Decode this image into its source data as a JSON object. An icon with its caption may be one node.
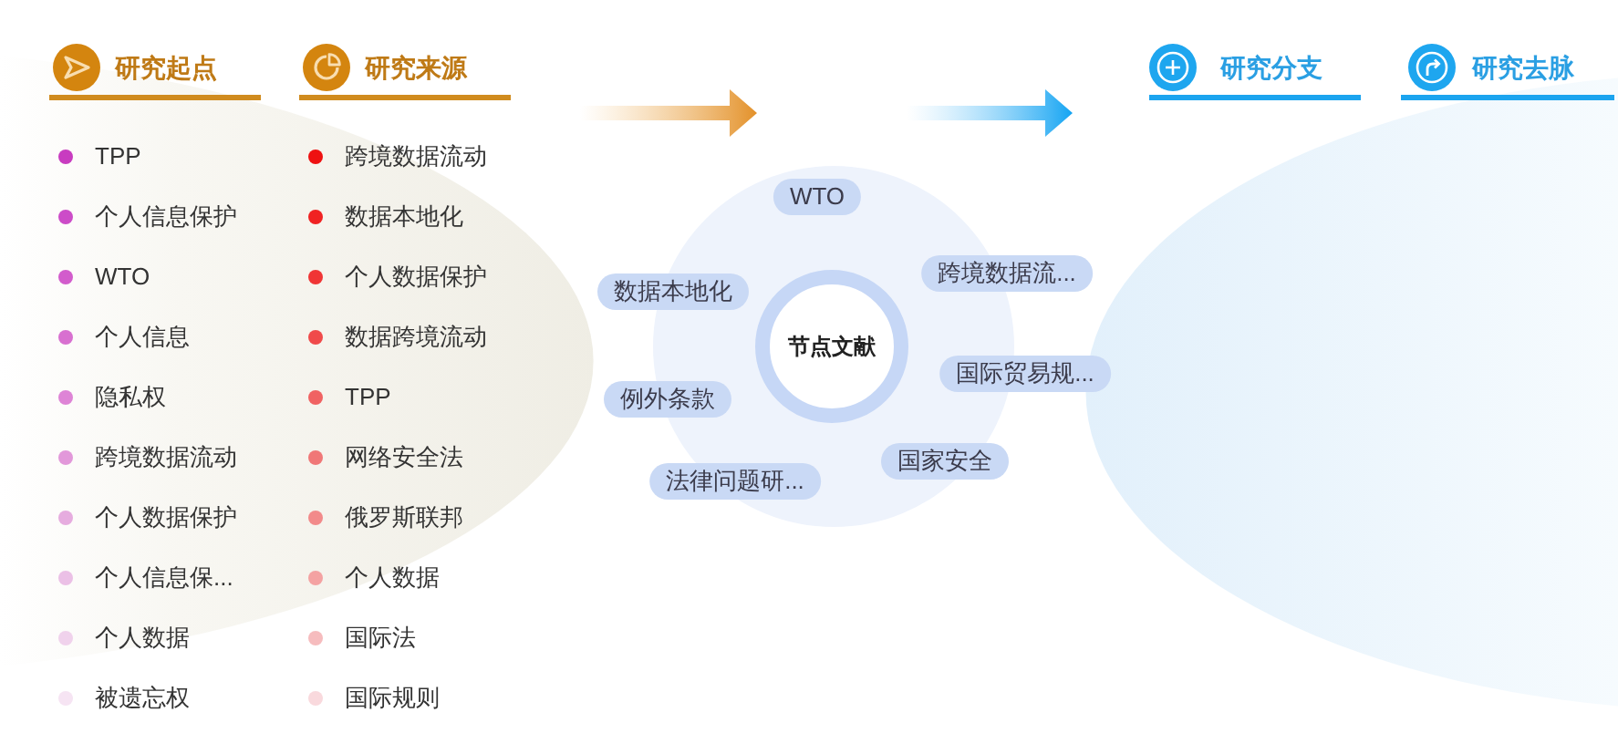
{
  "diagram": {
    "nodes": [
      {
        "text": [
          "WTO"
        ]
      },
      {
        "text": [
          "数据本地化"
        ]
      },
      {
        "text": [
          "跨境数据流..."
        ]
      },
      {
        "text": [
          "节点文献"
        ]
      },
      {
        "text": [
          "例外条款"
        ]
      },
      {
        "text": [
          "国际贸易规..."
        ]
      },
      {
        "text": [
          "国家安全"
        ]
      },
      {
        "text": [
          "法律问题研..."
        ]
      }
    ],
    "labels": [
      "研究起点",
      "研究来源",
      "研究分支",
      "研究去脉",
      "TPP",
      "跨境数据流动",
      "个人信息保护",
      "数据本地化",
      "WTO",
      "个人数据保护",
      "个人信息",
      "数据跨境流动",
      "隐私权",
      "TPP",
      "跨境数据流动",
      "网络安全法",
      "个人数据保护",
      "俄罗斯联邦",
      "个人信息保...",
      "个人数据",
      "个人数据",
      "国际法",
      "被遗忘权",
      "国际规则"
    ]
  }
}
